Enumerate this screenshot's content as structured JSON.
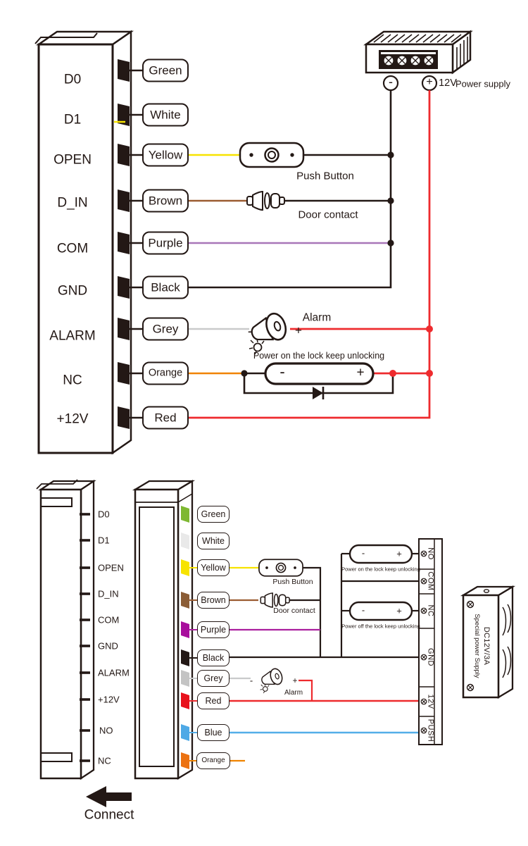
{
  "top": {
    "ports": [
      "D0",
      "D1",
      "OPEN",
      "D_IN",
      "COM",
      "GND",
      "ALARM",
      "NC",
      "+12V"
    ],
    "wires": [
      "Green",
      "White",
      "Yellow",
      "Brown",
      "Purple",
      "Black",
      "Grey",
      "Orange",
      "Red"
    ],
    "push_button_label": "Push Button",
    "door_contact_label": "Door contact",
    "alarm_label": "Alarm",
    "alarm_minus": "-",
    "alarm_plus": "+",
    "lock_note": "Power on the lock keep unlocking",
    "lock_minus": "-",
    "lock_plus": "+",
    "psu": {
      "minus": "-",
      "plus": "+",
      "voltage": "12V",
      "label": "Power supply"
    }
  },
  "bottom": {
    "ports": [
      "D0",
      "D1",
      "OPEN",
      "D_IN",
      "COM",
      "GND",
      "ALARM",
      "+12V",
      "NO",
      "NC"
    ],
    "wires": [
      "Green",
      "White",
      "Yellow",
      "Brown",
      "Purple",
      "Black",
      "Grey",
      "Red",
      "Blue",
      "Orange"
    ],
    "push_button_label": "Push Button",
    "door_contact_label": "Door contact",
    "alarm_label": "Alarm",
    "alarm_minus": "-",
    "alarm_plus": "+",
    "lock_on_note": "Power on the lock keep unlocking",
    "lock_off_note": "Power off the lock keep unlocking",
    "lock1_minus": "-",
    "lock1_plus": "+",
    "lock2_minus": "-",
    "lock2_plus": "+",
    "terminals": [
      "NO",
      "COM",
      "NC",
      "GND",
      "12V",
      "PUSH"
    ],
    "psu": {
      "line1": "DC12V/3A",
      "line2": "Special power Supply"
    },
    "connect_label": "Connect"
  },
  "colors": {
    "ink": "#231815",
    "red": "#ee2b2e",
    "yellow": "#f7e300",
    "brown": "#9b5c31",
    "purple_light": "#a876b8",
    "grey": "#c9cacb",
    "orange": "#f08300",
    "blue": "#54aee8",
    "magenta": "#aa1f9e",
    "chips": {
      "green": "#7eb832",
      "white": "#e9e9e9",
      "yellow": "#f7e300",
      "brown": "#8b5d36",
      "purple": "#a80f9d",
      "black": "#231815",
      "grey": "#c4c4c4",
      "red": "#e8121c",
      "blue": "#4ea9e6",
      "orange": "#ec7212"
    }
  }
}
